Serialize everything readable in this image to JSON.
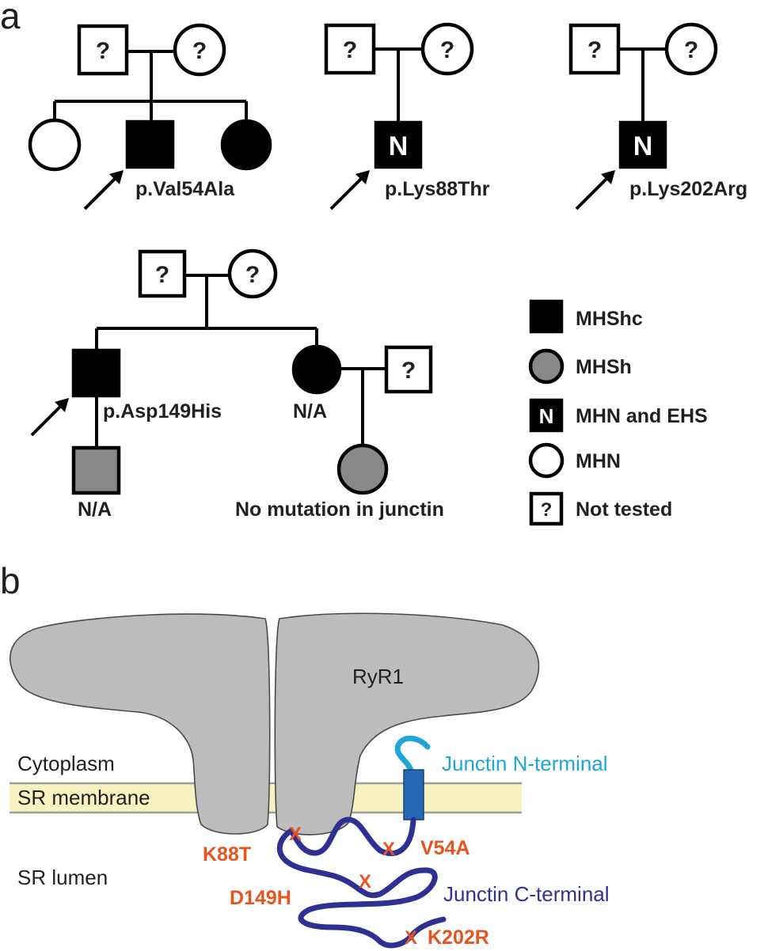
{
  "panels": {
    "a": "a",
    "b": "b"
  },
  "question_mark": "?",
  "n_letter": "N",
  "pedigrees": {
    "p1": {
      "proband_label": "p.Val54Ala"
    },
    "p2": {
      "proband_label": "p.Lys88Thr"
    },
    "p3": {
      "proband_label": "p.Lys202Arg"
    },
    "p4": {
      "proband_label": "p.Asp149His",
      "sister_label": "N/A",
      "son_label": "N/A",
      "niece_label": "No mutation in junctin"
    }
  },
  "legend": [
    {
      "symbol": "filled-square",
      "label": "MHShc"
    },
    {
      "symbol": "grey-circle",
      "label": "MHSh"
    },
    {
      "symbol": "n-square",
      "label": "MHN and EHS"
    },
    {
      "symbol": "open-circle",
      "label": "MHN"
    },
    {
      "symbol": "question-square",
      "label": "Not tested"
    }
  ],
  "diagram_b": {
    "ryr1_label": "RyR1",
    "cytoplasm_label": "Cytoplasm",
    "membrane_label": "SR membrane",
    "lumen_label": "SR lumen",
    "n_terminal_label": "Junctin N-terminal",
    "c_terminal_label": "Junctin C-terminal",
    "mutation_mark": "X",
    "mutations": [
      "K88T",
      "V54A",
      "D149H",
      "K202R"
    ]
  },
  "colors": {
    "affected": "#000000",
    "grey_status": "#8a8887",
    "ryr1_fill": "#bcbcbc",
    "membrane_fill": "#f7f2c0",
    "junctin_n_terminal": "#1ea6d5",
    "junctin_tm": "#2468b4",
    "junctin_c_terminal": "#2e3192",
    "mutation": "#e8531f"
  }
}
